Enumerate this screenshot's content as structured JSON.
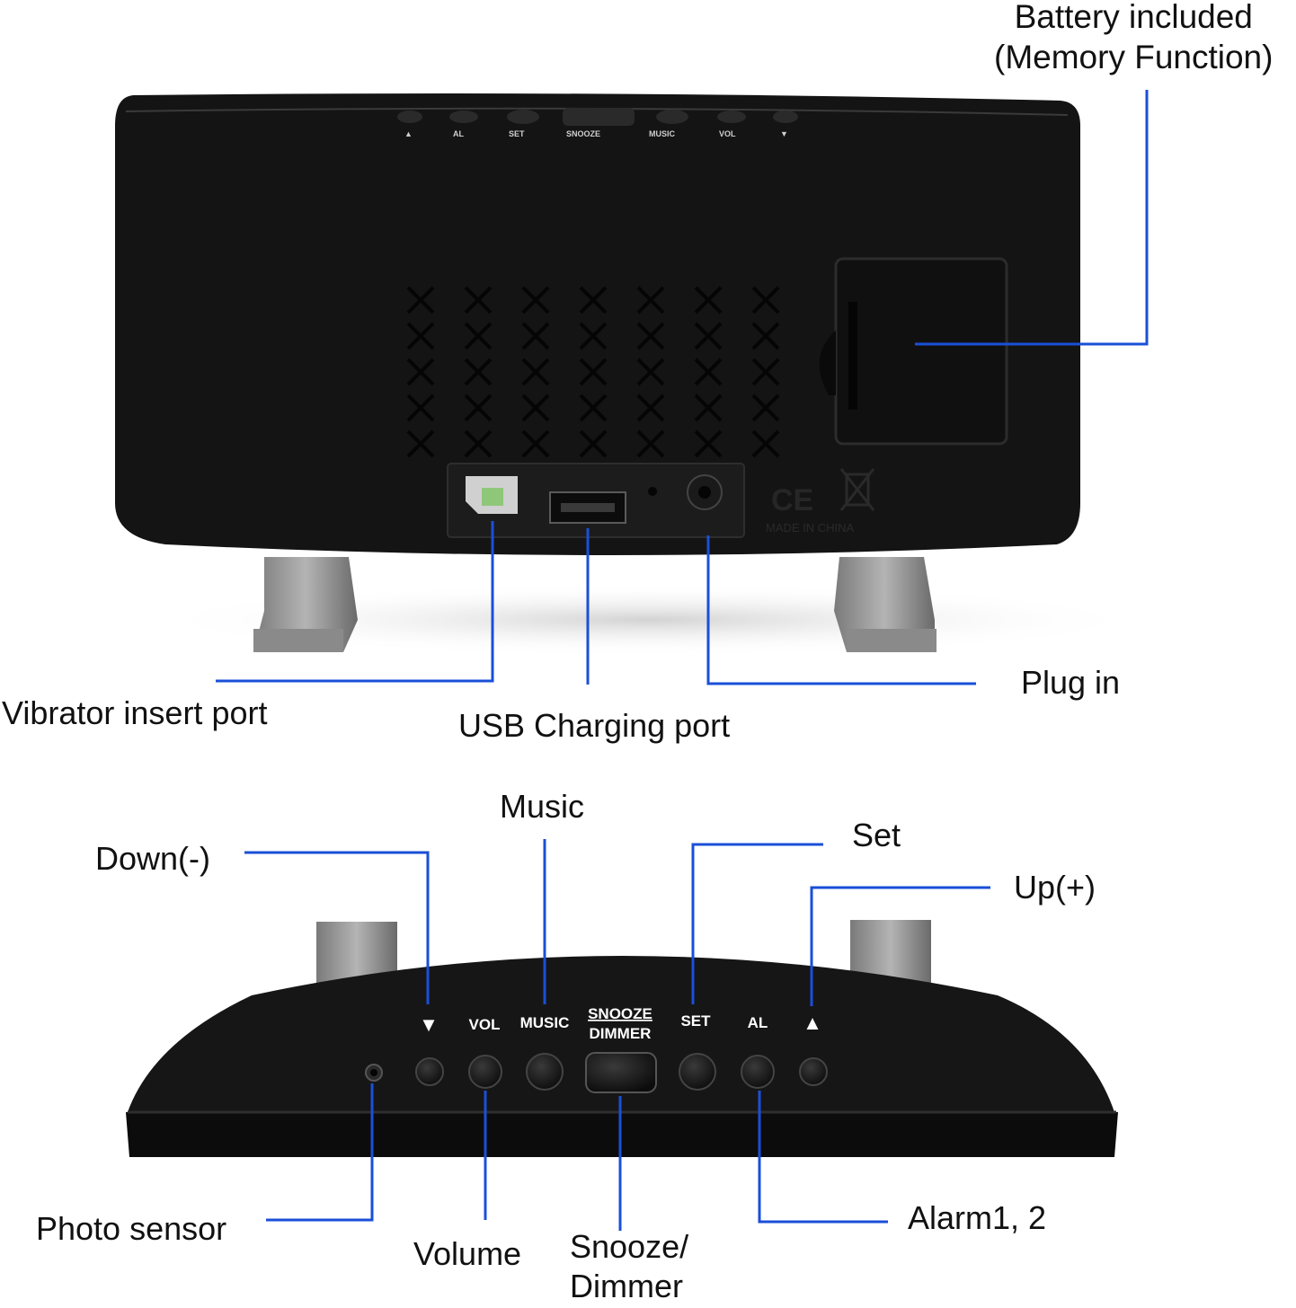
{
  "callouts": {
    "battery": "Battery included\n(Memory Function)",
    "vibrator_port": "Vibrator insert port",
    "usb_port": "USB Charging port",
    "plug_in": "Plug in",
    "music": "Music",
    "down": "Down(-)",
    "set": "Set",
    "up": "Up(+)",
    "photo_sensor": "Photo sensor",
    "volume": "Volume",
    "snooze_dimmer": "Snooze/\nDimmer",
    "alarm": "Alarm1, 2"
  },
  "front_buttons": {
    "down_symbol": "▼",
    "vol": "VOL",
    "music": "MUSIC",
    "snooze": "SNOOZE",
    "dimmer": "DIMMER",
    "set": "SET",
    "al": "AL",
    "up_symbol": "▲"
  },
  "back_markings": {
    "made_in": "MADE IN CHINA",
    "ce": "CE"
  },
  "colors": {
    "leader_line": "#1a4fd8",
    "device_body": "#161616"
  }
}
